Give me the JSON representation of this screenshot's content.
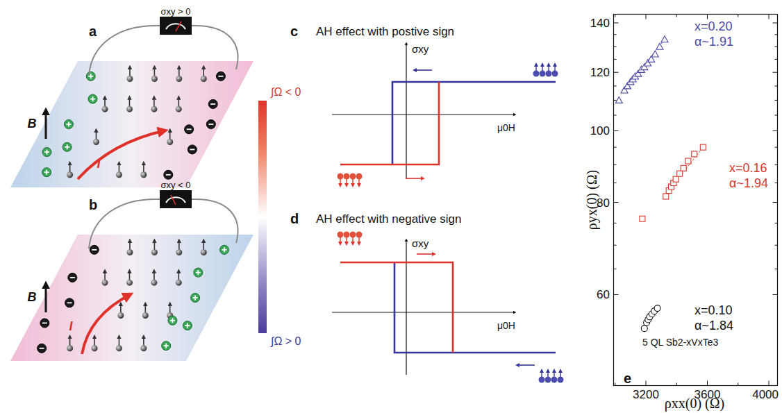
{
  "diagram": {
    "labels": [
      "a",
      "σxy > 0",
      "B",
      "I",
      "b",
      "σxy < 0",
      "B",
      "I",
      "∫Ω < 0",
      "∫Ω > 0",
      "c",
      "AH effect with postive sign",
      "σxy",
      "μ0H",
      "d",
      "AH effect  with negative sign",
      "σxy",
      "μ0H",
      "e",
      "x=0.20",
      "α~1.91",
      "x=0.16",
      "α~1.94",
      "x=0.10",
      "α~1.84",
      "5 QL Sb2-xVxTe3",
      "ρyx(0) (Ω)",
      "ρxx(0) (Ω)",
      "140",
      "120",
      "100",
      "80",
      "60",
      "3200",
      "3600",
      "4000"
    ]
  }
}
